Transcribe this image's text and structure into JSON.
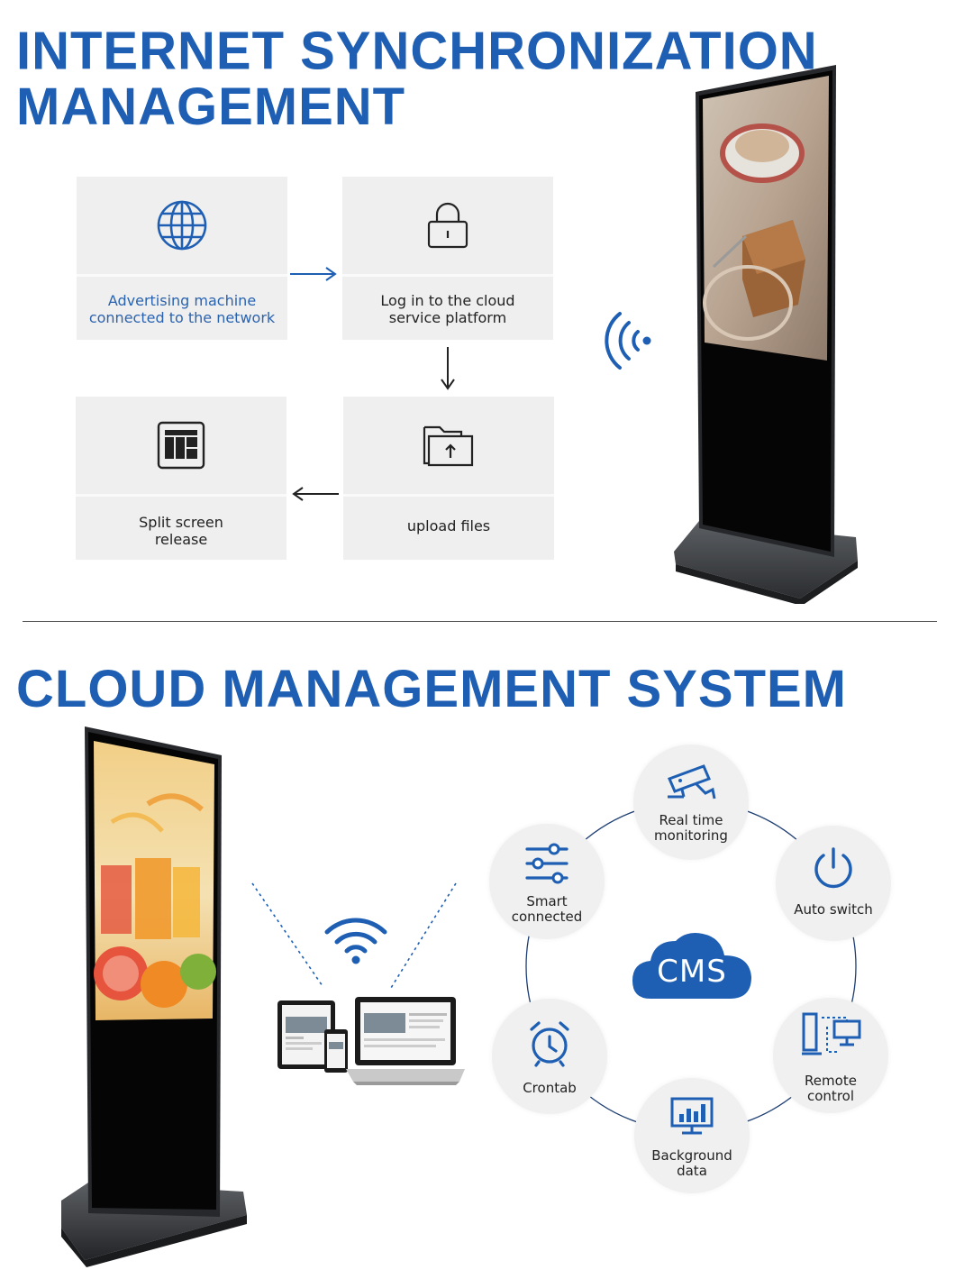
{
  "section1": {
    "title_line1": "INTERNET SYNCHRONIZATION",
    "title_line2": "MANAGEMENT",
    "steps": [
      {
        "label": "Advertising machine\nconnected to the network",
        "icon": "globe-icon"
      },
      {
        "label": "Log in to the cloud\nservice platform",
        "icon": "lock-icon"
      },
      {
        "label": "upload files",
        "icon": "folder-upload-icon"
      },
      {
        "label": "Split screen\nrelease",
        "icon": "split-screen-icon"
      }
    ]
  },
  "section2": {
    "title": "CLOUD MANAGEMENT SYSTEM",
    "center": "CMS",
    "features": [
      {
        "label": "Real time\nmonitoring",
        "icon": "camera-icon"
      },
      {
        "label": "Auto switch",
        "icon": "power-icon"
      },
      {
        "label": "Remote\ncontrol",
        "icon": "remote-devices-icon"
      },
      {
        "label": "Background\ndata",
        "icon": "bar-chart-icon"
      },
      {
        "label": "Crontab",
        "icon": "alarm-clock-icon"
      },
      {
        "label": "Smart\nconnected",
        "icon": "sliders-icon"
      }
    ]
  },
  "colors": {
    "brand_blue": "#1e5fb4",
    "card_bg": "#efefef"
  }
}
